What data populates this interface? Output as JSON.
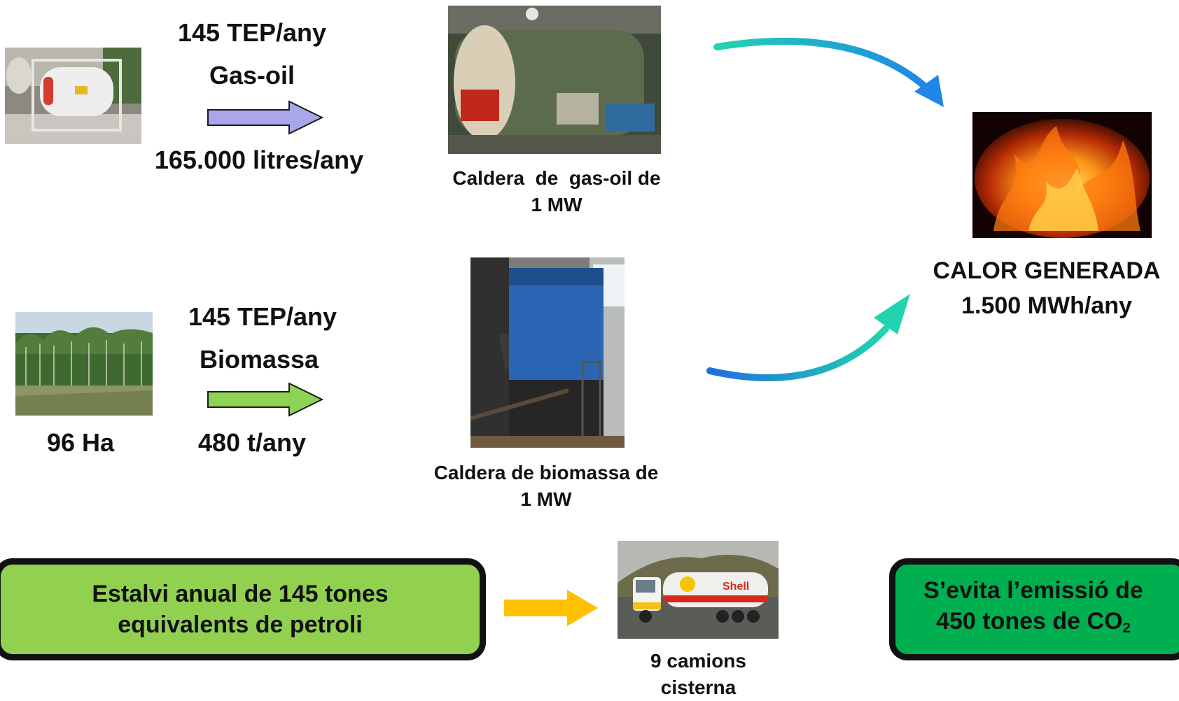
{
  "gasoil": {
    "tep": "145 TEP/any",
    "fuel": "Gas-oil",
    "volume": "165.000 litres/any",
    "boiler_caption_line1": "Caldera  de  gas-oil de",
    "boiler_caption_line2": "1 MW",
    "arrow_color": "#a9a6ea"
  },
  "biomass": {
    "area": "96 Ha",
    "tep": "145 TEP/any",
    "fuel": "Biomassa",
    "mass": "480 t/any",
    "boiler_caption_line1": "Caldera de biomassa de",
    "boiler_caption_line2": "1 MW",
    "arrow_color": "#8fd354"
  },
  "heat": {
    "title": "CALOR GENERADA",
    "value": "1.500 MWh/any"
  },
  "savings": {
    "line1": "Estalvi anual de 145 tones",
    "line2": "equivalents de petroli",
    "box_color": "#92d050",
    "arrow_color": "#ffc000"
  },
  "trucks": {
    "line1": "9 camions",
    "line2": "cisterna",
    "brand": "Shell"
  },
  "emissions": {
    "line1": "S’evita l’emissió de",
    "line2": "450 tones de CO",
    "subscript": "2",
    "box_color": "#00b050"
  },
  "icons": [
    "fuel-tank-photo",
    "gasoil-boiler-photo",
    "fire-photo",
    "forest-photo",
    "biomass-boiler-photo",
    "tanker-truck-photo",
    "curved-arrow-icon",
    "block-arrow-icon"
  ]
}
